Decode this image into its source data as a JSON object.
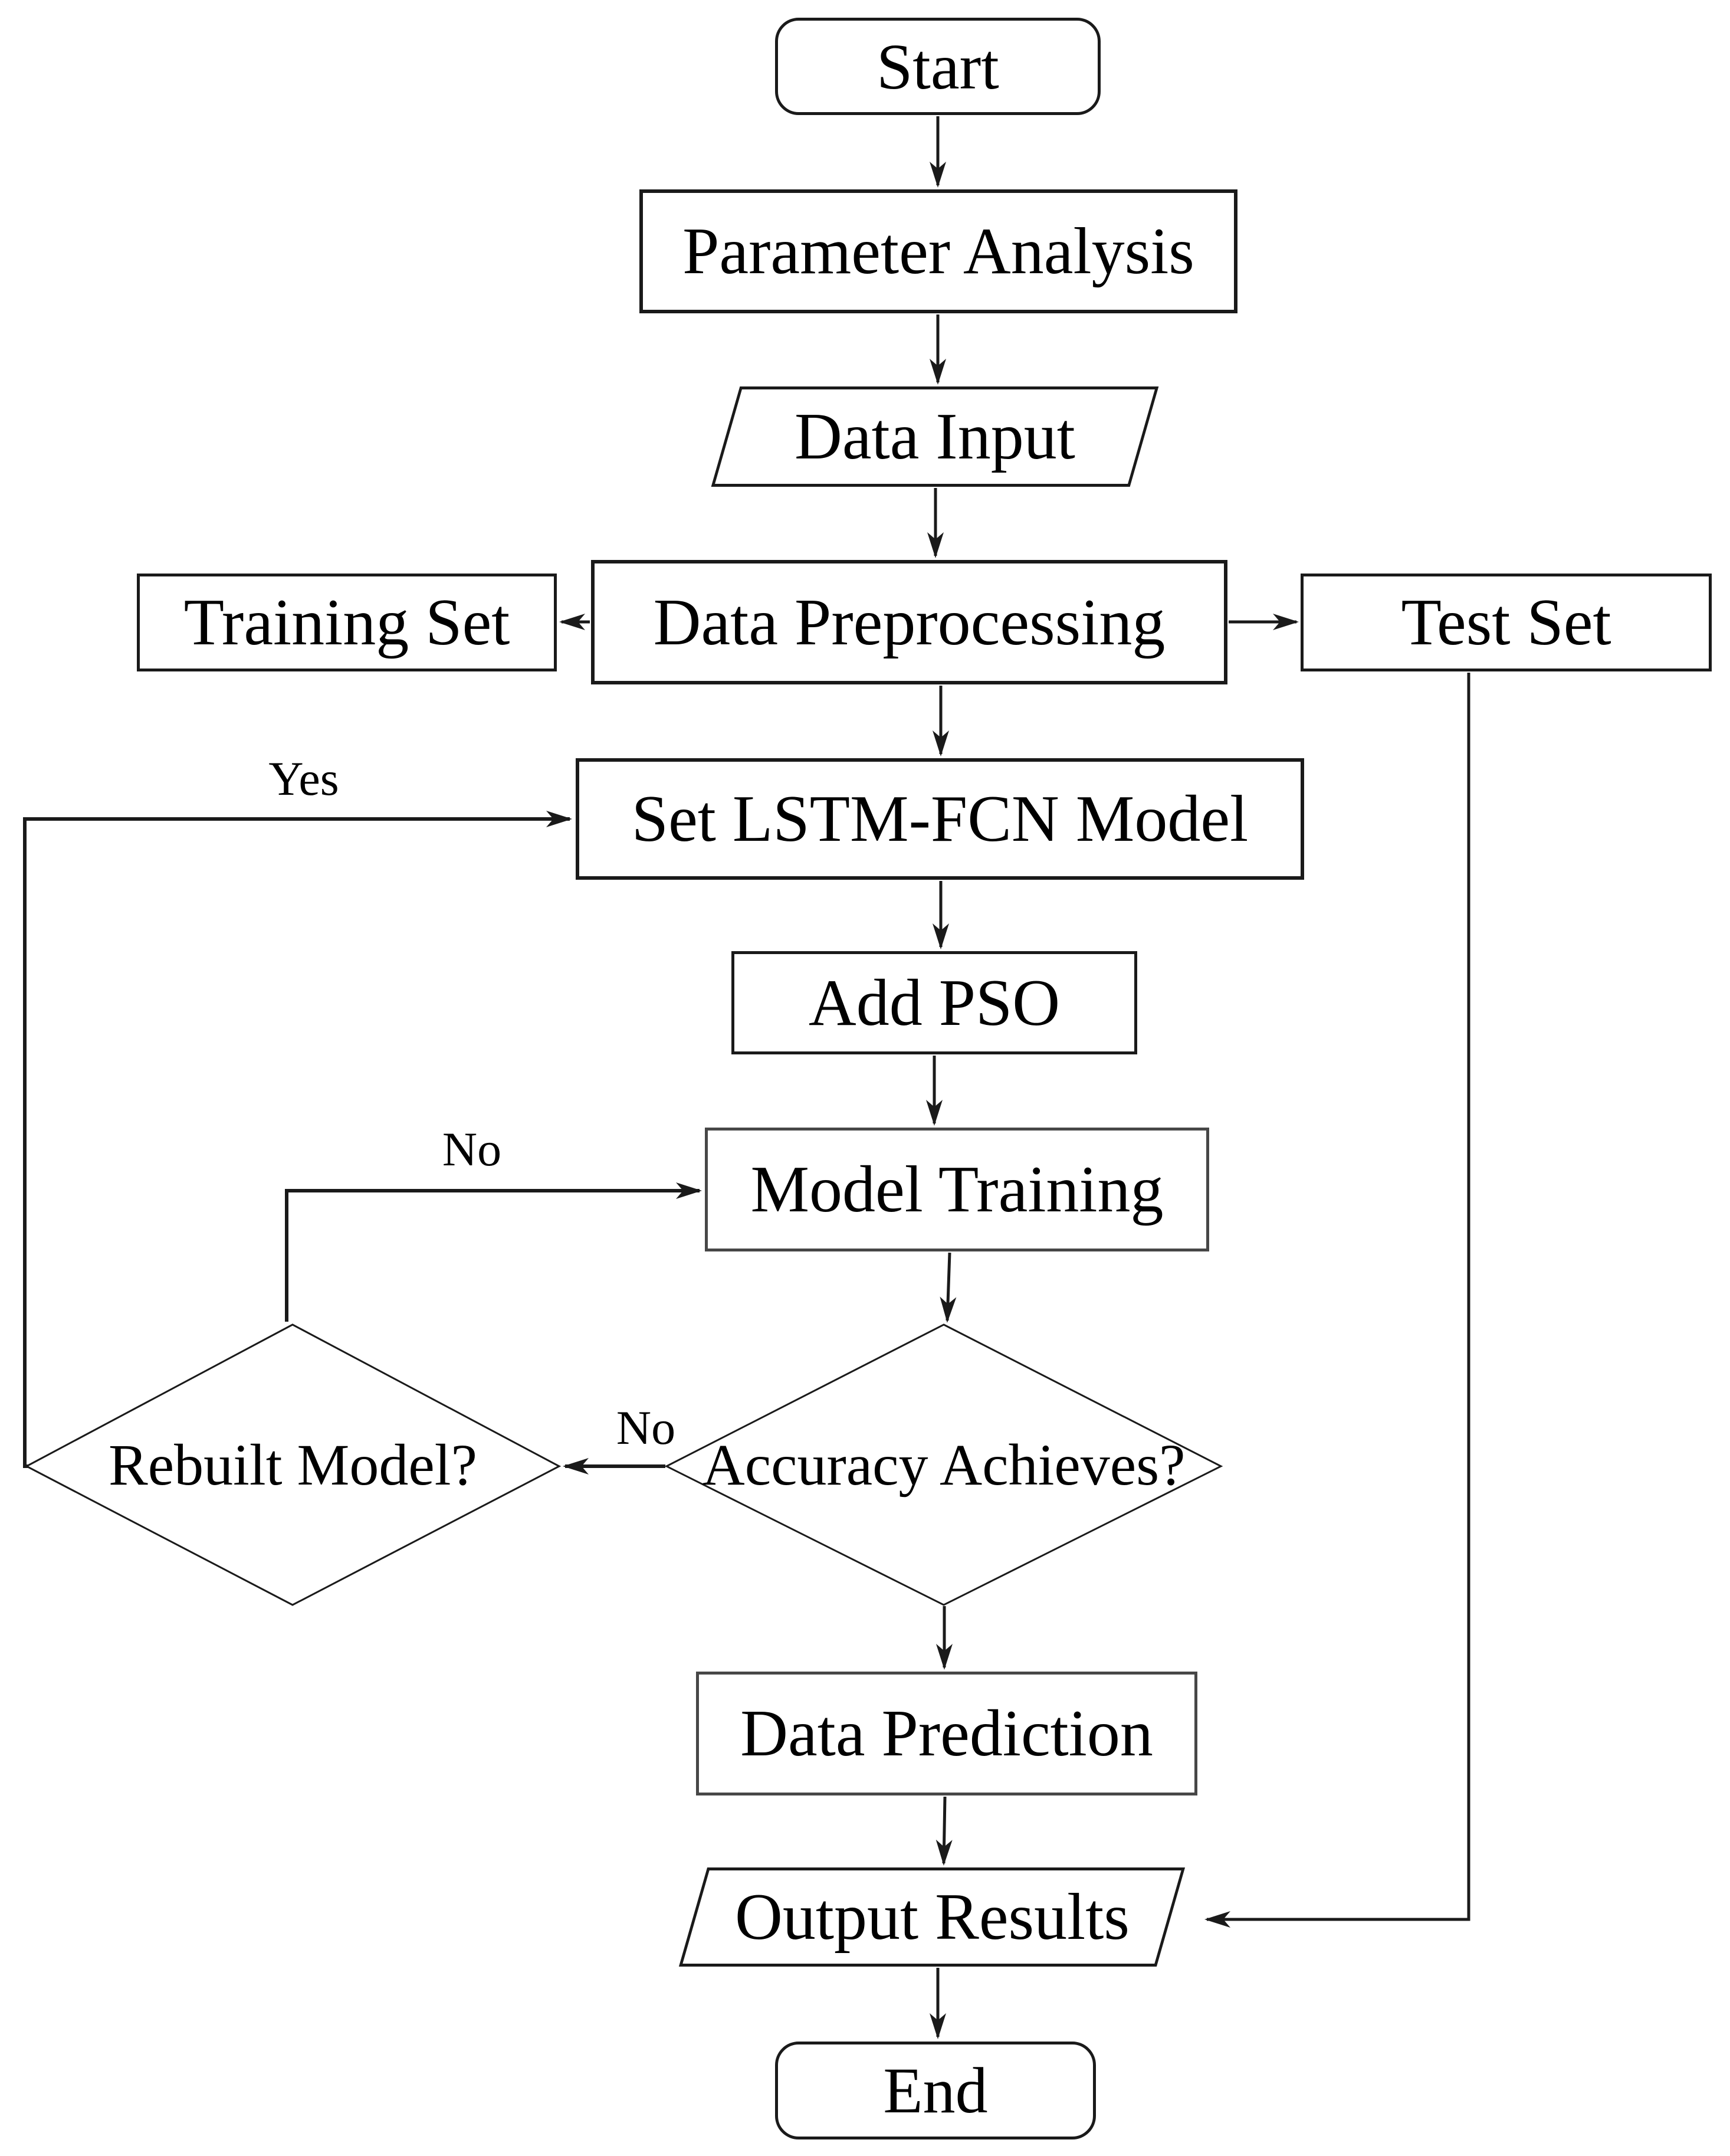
{
  "diagram_type": "flowchart",
  "colors": {
    "stroke": "#1a1a1a",
    "secondary_stroke": "#474747",
    "background": "#ffffff",
    "text": "#000000"
  },
  "nodes": {
    "start": {
      "label": "Start",
      "shape": "terminator"
    },
    "parameter_analysis": {
      "label": "Parameter Analysis",
      "shape": "process"
    },
    "data_input": {
      "label": "Data Input",
      "shape": "io-parallelogram"
    },
    "data_preprocessing": {
      "label": "Data Preprocessing",
      "shape": "process"
    },
    "training_set": {
      "label": "Training Set",
      "shape": "process"
    },
    "test_set": {
      "label": "Test Set",
      "shape": "process"
    },
    "set_lstm_fcn_model": {
      "label": "Set LSTM-FCN Model",
      "shape": "process"
    },
    "add_pso": {
      "label": "Add PSO",
      "shape": "process"
    },
    "model_training": {
      "label": "Model Training",
      "shape": "process"
    },
    "accuracy_achieves": {
      "label": "Accuracy Achieves?",
      "shape": "decision"
    },
    "rebuilt_model": {
      "label": "Rebuilt Model?",
      "shape": "decision"
    },
    "data_prediction": {
      "label": "Data Prediction",
      "shape": "process"
    },
    "output_results": {
      "label": "Output Results",
      "shape": "io-parallelogram"
    },
    "end": {
      "label": "End",
      "shape": "terminator"
    }
  },
  "edge_labels": {
    "yes_rebuilt_to_set_model": "Yes",
    "no_rebuilt_to_model_training": "No",
    "no_accuracy_to_rebuilt": "No"
  },
  "edges": [
    {
      "from": "start",
      "to": "parameter_analysis",
      "label": ""
    },
    {
      "from": "parameter_analysis",
      "to": "data_input",
      "label": ""
    },
    {
      "from": "data_input",
      "to": "data_preprocessing",
      "label": ""
    },
    {
      "from": "data_preprocessing",
      "to": "training_set",
      "label": ""
    },
    {
      "from": "data_preprocessing",
      "to": "test_set",
      "label": ""
    },
    {
      "from": "data_preprocessing",
      "to": "set_lstm_fcn_model",
      "label": ""
    },
    {
      "from": "set_lstm_fcn_model",
      "to": "add_pso",
      "label": ""
    },
    {
      "from": "add_pso",
      "to": "model_training",
      "label": ""
    },
    {
      "from": "model_training",
      "to": "accuracy_achieves",
      "label": ""
    },
    {
      "from": "accuracy_achieves",
      "to": "rebuilt_model",
      "label": "No"
    },
    {
      "from": "accuracy_achieves",
      "to": "data_prediction",
      "label": ""
    },
    {
      "from": "rebuilt_model",
      "to": "model_training",
      "label": "No"
    },
    {
      "from": "rebuilt_model",
      "to": "set_lstm_fcn_model",
      "label": "Yes"
    },
    {
      "from": "data_prediction",
      "to": "output_results",
      "label": ""
    },
    {
      "from": "test_set",
      "to": "output_results",
      "label": ""
    },
    {
      "from": "output_results",
      "to": "end",
      "label": ""
    }
  ]
}
